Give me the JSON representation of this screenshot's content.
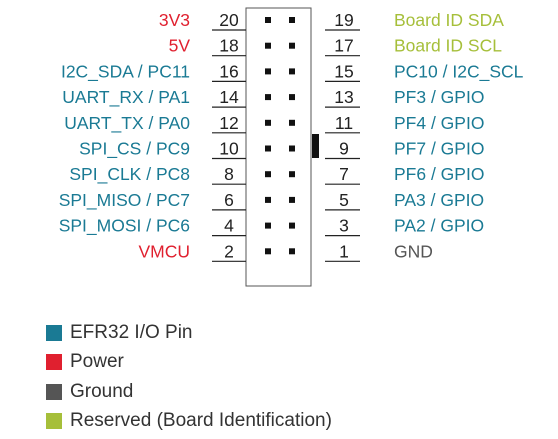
{
  "colors": {
    "io": "#1a7a94",
    "power": "#e0202f",
    "ground": "#555555",
    "reserved": "#a6bf3a",
    "line": "#222222"
  },
  "left_pins": [
    {
      "number": "20",
      "label": "3V3",
      "type": "power"
    },
    {
      "number": "18",
      "label": "5V",
      "type": "power"
    },
    {
      "number": "16",
      "label": "I2C_SDA / PC11",
      "type": "io"
    },
    {
      "number": "14",
      "label": "UART_RX / PA1",
      "type": "io"
    },
    {
      "number": "12",
      "label": "UART_TX / PA0",
      "type": "io"
    },
    {
      "number": "10",
      "label": "SPI_CS / PC9",
      "type": "io"
    },
    {
      "number": "8",
      "label": "SPI_CLK / PC8",
      "type": "io"
    },
    {
      "number": "6",
      "label": "SPI_MISO / PC7",
      "type": "io"
    },
    {
      "number": "4",
      "label": "SPI_MOSI / PC6",
      "type": "io"
    },
    {
      "number": "2",
      "label": "VMCU",
      "type": "power"
    }
  ],
  "right_pins": [
    {
      "number": "19",
      "label": "Board ID SDA",
      "type": "reserved"
    },
    {
      "number": "17",
      "label": "Board ID SCL",
      "type": "reserved"
    },
    {
      "number": "15",
      "label": "PC10 / I2C_SCL",
      "type": "io"
    },
    {
      "number": "13",
      "label": "PF3 / GPIO",
      "type": "io"
    },
    {
      "number": "11",
      "label": "PF4 / GPIO",
      "type": "io"
    },
    {
      "number": "9",
      "label": "PF7 / GPIO",
      "type": "io"
    },
    {
      "number": "7",
      "label": "PF6 / GPIO",
      "type": "io"
    },
    {
      "number": "5",
      "label": "PA3 / GPIO",
      "type": "io"
    },
    {
      "number": "3",
      "label": "PA2 / GPIO",
      "type": "io"
    },
    {
      "number": "1",
      "label": "GND",
      "type": "ground"
    }
  ],
  "legend": [
    {
      "label": "EFR32 I/O Pin",
      "type": "io"
    },
    {
      "label": "Power",
      "type": "power"
    },
    {
      "label": "Ground",
      "type": "ground"
    },
    {
      "label": "Reserved (Board Identification)",
      "type": "reserved"
    }
  ]
}
